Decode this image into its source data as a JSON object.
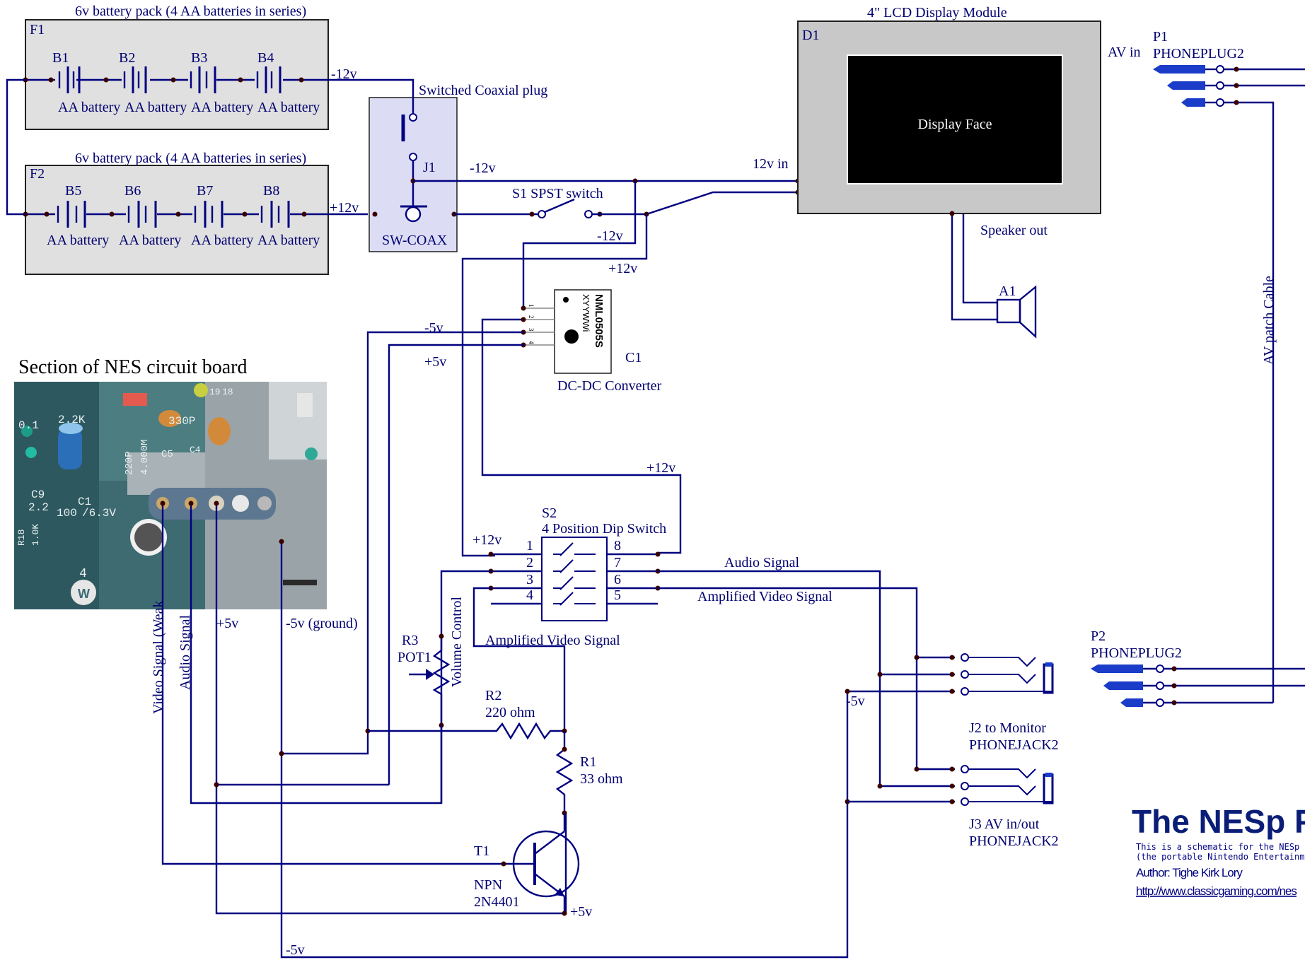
{
  "battery_packs": [
    {
      "ref": "F1",
      "caption": "6v battery pack (4 AA batteries in series)",
      "output": "-12v",
      "batteries": [
        {
          "ref": "B1",
          "label": "AA battery"
        },
        {
          "ref": "B2",
          "label": "AA battery"
        },
        {
          "ref": "B3",
          "label": "AA battery"
        },
        {
          "ref": "B4",
          "label": "AA battery"
        }
      ]
    },
    {
      "ref": "F2",
      "caption": "6v battery pack (4 AA batteries in series)",
      "output": "+12v",
      "batteries": [
        {
          "ref": "B5",
          "label": "AA battery"
        },
        {
          "ref": "B6",
          "label": "AA battery"
        },
        {
          "ref": "B7",
          "label": "AA battery"
        },
        {
          "ref": "B8",
          "label": "AA battery"
        }
      ]
    }
  ],
  "coax": {
    "title": "Switched Coaxial plug",
    "ref": "J1",
    "part": "SW-COAX",
    "net_label": "-12v"
  },
  "spst": {
    "label": "S1 SPST switch"
  },
  "lcd": {
    "caption": "4\" LCD Display Module",
    "ref": "D1",
    "face": "Display Face",
    "power_in": "12v in",
    "speaker_out": "Speaker out",
    "av_in": "AV in"
  },
  "speaker": {
    "ref": "A1"
  },
  "plug_p1": {
    "ref": "P1",
    "part": "PHONEPLUG2"
  },
  "plug_p2": {
    "ref": "P2",
    "part": "PHONEPLUG2"
  },
  "av_cable": "AV patch Cable",
  "converter": {
    "ref": "C1",
    "name": "DC-DC Converter",
    "chip_line1": "NML0505S",
    "chip_line2": "XYYWWi",
    "pins": [
      "1",
      "2",
      "3",
      "4"
    ],
    "rails": {
      "neg_in": "-12v",
      "pos_in": "+12v",
      "neg_out": "-5v",
      "pos_out": "+5v"
    }
  },
  "nes_board": {
    "title": "Section of NES circuit board",
    "photo_marks": [
      "0.1",
      "2.2K",
      "330P",
      "C5",
      "220P",
      "4.000M",
      "C9",
      "2.2",
      "C1",
      "100",
      "/6.3V",
      "R18",
      "1.0K",
      "4",
      "W",
      "19",
      "18",
      "C4"
    ],
    "taps": [
      "Video Signal (Weak",
      "Audio Signal",
      "+5v",
      "-5v (ground)"
    ]
  },
  "dip_switch": {
    "ref": "S2",
    "name": "4 Position Dip Switch",
    "left_pins": [
      "1",
      "2",
      "3",
      "4"
    ],
    "right_pins": [
      "8",
      "7",
      "6",
      "5"
    ],
    "supply_top": "+12v",
    "supply_left": "+12v"
  },
  "signals": {
    "audio": "Audio Signal",
    "amp_video_right": "Amplified Video Signal",
    "amp_video_left": "Amplified Video Signal"
  },
  "pot": {
    "ref": "R3",
    "part": "POT1",
    "function": "Volume Control"
  },
  "r2": {
    "ref": "R2",
    "value": "220 ohm"
  },
  "r1": {
    "ref": "R1",
    "value": "33 ohm"
  },
  "transistor": {
    "ref": "T1",
    "type": "NPN",
    "part": "2N4401",
    "supply": "+5v"
  },
  "jacks": {
    "rail": "-5v",
    "j2": {
      "label": "J2 to Monitor",
      "part": "PHONEJACK2"
    },
    "j3": {
      "label": "J3 AV in/out",
      "part": "PHONEJACK2"
    }
  },
  "ground_rail": "-5v",
  "title_block": {
    "title": "The NESp P",
    "line1": "This is a schematic for the NESp",
    "line2": "(the portable Nintendo Entertainmer",
    "author": "Author: Tighe Kirk Lory",
    "url": "http://www.classicgaming.com/nes"
  },
  "colors": {
    "wire": "#000080",
    "node": "#3a0000",
    "panel": "#e0e0e0",
    "lcd_body": "#c8c8c8",
    "coax_body": "#dcdcf4",
    "plug": "#1a3cc8",
    "title": "#0a1e78"
  }
}
